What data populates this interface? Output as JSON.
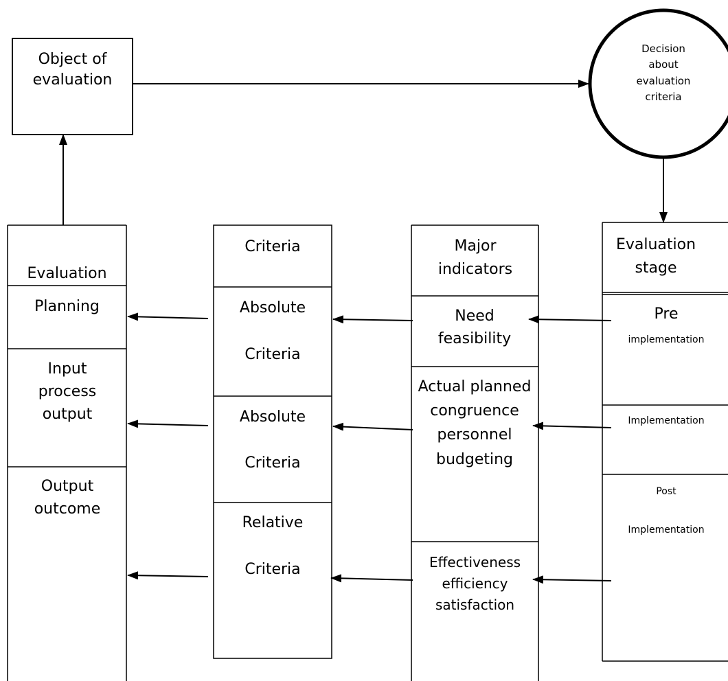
{
  "top": {
    "object_label": "Object of evaluation",
    "decision_label": "Decision about evaluation criteria"
  },
  "columns": {
    "evaluation": {
      "header": "Evaluation",
      "cells": [
        "Planning",
        "Input process output",
        "Output outcome"
      ]
    },
    "criteria": {
      "header": "Criteria",
      "cells": [
        {
          "line1": "Absolute",
          "line2": "Criteria"
        },
        {
          "line1": "Absolute",
          "line2": "Criteria"
        },
        {
          "line1": "Relative",
          "line2": "Criteria"
        }
      ]
    },
    "indicators": {
      "header": "Major indicators",
      "cells": [
        "Need feasibility",
        "Actual planned congruence personnel budgeting",
        "Effectiveness efficiency satisfaction"
      ]
    },
    "stage": {
      "header": "Evaluation stage",
      "cells": [
        {
          "line1": "Pre",
          "line2": "implementation"
        },
        {
          "line1": "Implementation"
        },
        {
          "line1": "Post",
          "line2": "Implementation"
        }
      ]
    }
  }
}
